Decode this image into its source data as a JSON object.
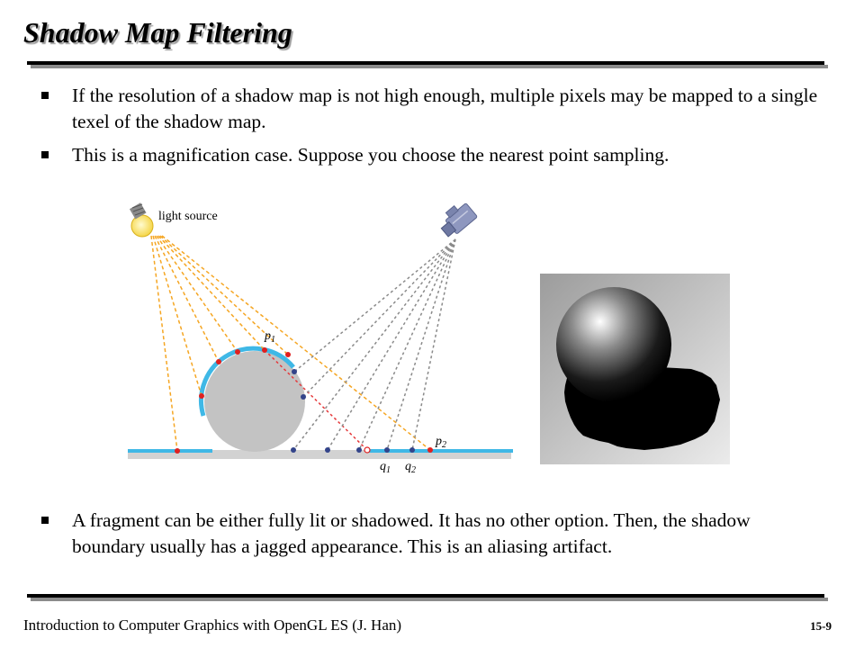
{
  "slide": {
    "title": "Shadow Map Filtering",
    "bullets_top": [
      "If the resolution of a shadow map is not high enough, multiple pixels may be mapped to a single texel of the shadow map.",
      "This is a magnification case. Suppose you choose the nearest point sampling."
    ],
    "bullets_bottom": [
      "A fragment can be either fully lit or shadowed. It has no other option. Then, the shadow boundary usually has a jagged appearance. This is an aliasing artifact."
    ],
    "footer": {
      "course": "Introduction to Computer Graphics with OpenGL ES (J. Han)",
      "page": "15-9"
    }
  },
  "figure": {
    "light_label": "light source",
    "label_p1": "p",
    "label_p1_sub": "1",
    "label_p2": "p",
    "label_p2_sub": "2",
    "label_q1": "q",
    "label_q1_sub": "1",
    "label_q2": "q",
    "label_q2_sub": "2",
    "colors": {
      "orange_ray": "#f5a623",
      "gray_ray": "#8a8a8a",
      "red_ray": "#e5393b",
      "lit_surface": "#3fb8e6",
      "sphere": "#c3c3c3",
      "red_dot": "#e02020",
      "blue_dot": "#33448a"
    },
    "icons": [
      "light-bulb-icon",
      "camera-icon"
    ]
  }
}
